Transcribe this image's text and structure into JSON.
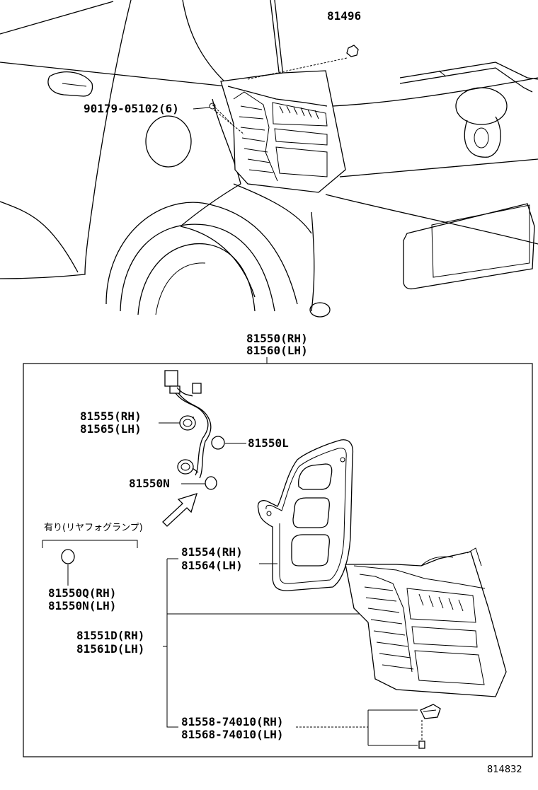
{
  "callouts": {
    "nut_top": "81496",
    "screw_top": "90179-05102(6)",
    "assy_rh": "81550(RH)",
    "assy_lh": "81560(LH)",
    "socket_rh": "81555(RH)",
    "socket_lh": "81565(LH)",
    "bulb_l": "81550L",
    "bulb_n": "81550N",
    "fog_note": "有り(リヤフォグランプ)",
    "fog_bulb_rh": "81550Q(RH)",
    "fog_bulb_lh": "81550N(LH)",
    "gasket_rh": "81554(RH)",
    "gasket_lh": "81564(LH)",
    "lens_rh": "81551D(RH)",
    "lens_lh": "81561D(LH)",
    "clip_rh": "81558-74010(RH)",
    "clip_lh": "81568-74010(LH)",
    "figure_id": "814832"
  },
  "icons": [
    "arrow-icon",
    "bulb-icon",
    "socket-icon",
    "connector-icon"
  ]
}
